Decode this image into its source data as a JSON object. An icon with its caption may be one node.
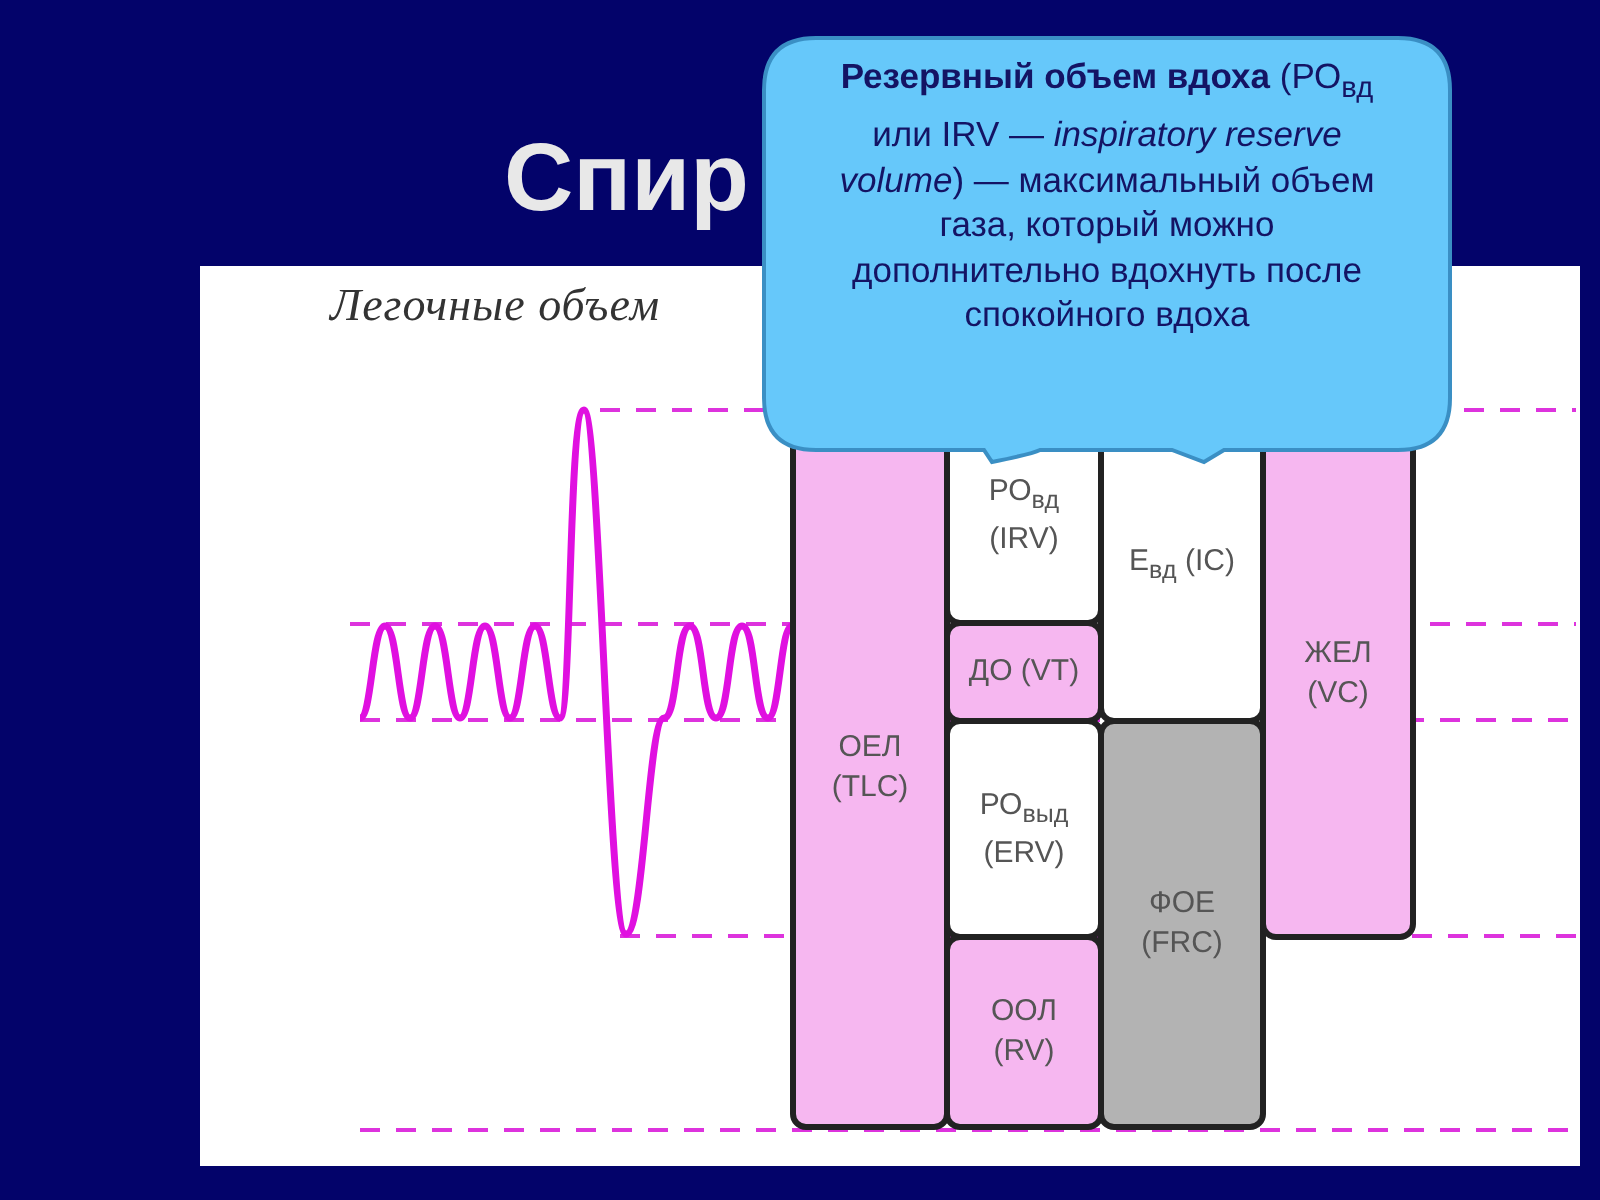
{
  "diagram": {
    "title": "Спир",
    "nodes": [
      {
        "text": [
          "**Резервный объем вдоха** (РО$_{вд}$ или IRV — *inspiratory reserve volume*) — максимальный объем газа, который можно дополнительно вдохнуть после спокойного вдоха"
        ]
      },
      {
        "text": [
          "ОЕЛ (TLC)"
        ]
      },
      {
        "text": [
          "РО$_{вд}$ (IRV)"
        ]
      },
      {
        "text": [
          "ДО (VT)"
        ]
      },
      {
        "text": [
          "РО$_{выд}$ (ERV)"
        ]
      },
      {
        "text": [
          "ООЛ (RV)"
        ]
      },
      {
        "text": [
          "Е$_{вд}$ (IC)"
        ]
      },
      {
        "text": [
          "ФОЕ (FRC)"
        ]
      },
      {
        "text": [
          "ЖЕЛ (VC)"
        ]
      }
    ],
    "labels": [
      "Легочные объем"
    ]
  }
}
